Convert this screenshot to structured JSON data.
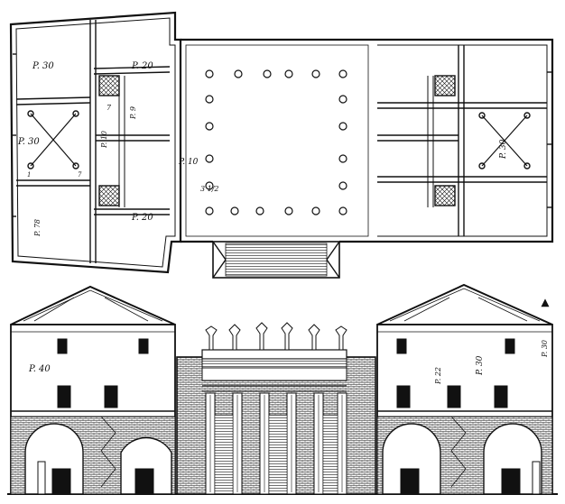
{
  "plan": {
    "labels": {
      "room_tl": "P. 30",
      "room_tr": "P. 20",
      "room_l": "P. 30",
      "room_bl": "P. 20",
      "small_a": "P. 9",
      "small_b": "P. 10",
      "small_c": "7",
      "court_mid": "P. 10",
      "court_frac": "3 1/2",
      "side_left": "P. 78",
      "right_room": "P. 30",
      "tiny_a": "1",
      "tiny_b": "7"
    }
  },
  "elevation": {
    "labels": {
      "left_floor": "P. 40",
      "right_a": "P. 30",
      "right_b": "P. 22",
      "far_right": "P. 30"
    }
  },
  "colors": {
    "ink": "#111111",
    "paper": "#ffffff"
  }
}
